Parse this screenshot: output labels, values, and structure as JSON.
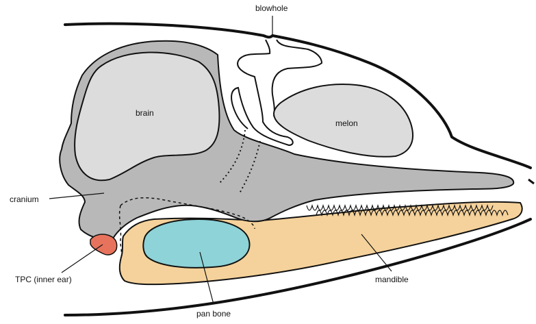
{
  "labels": {
    "blowhole": "blowhole",
    "brain": "brain",
    "melon": "melon",
    "cranium": "cranium",
    "tpc": "TPC (inner ear)",
    "mandible": "mandible",
    "pan_bone": "pan bone"
  },
  "colors": {
    "cranium": "#b8b8b8",
    "brain": "#dcdcdc",
    "melon": "#dcdcdc",
    "mandible": "#f5d29b",
    "pan_bone": "#8dd3d8",
    "tpc": "#e8735d",
    "outline": "#111111"
  }
}
